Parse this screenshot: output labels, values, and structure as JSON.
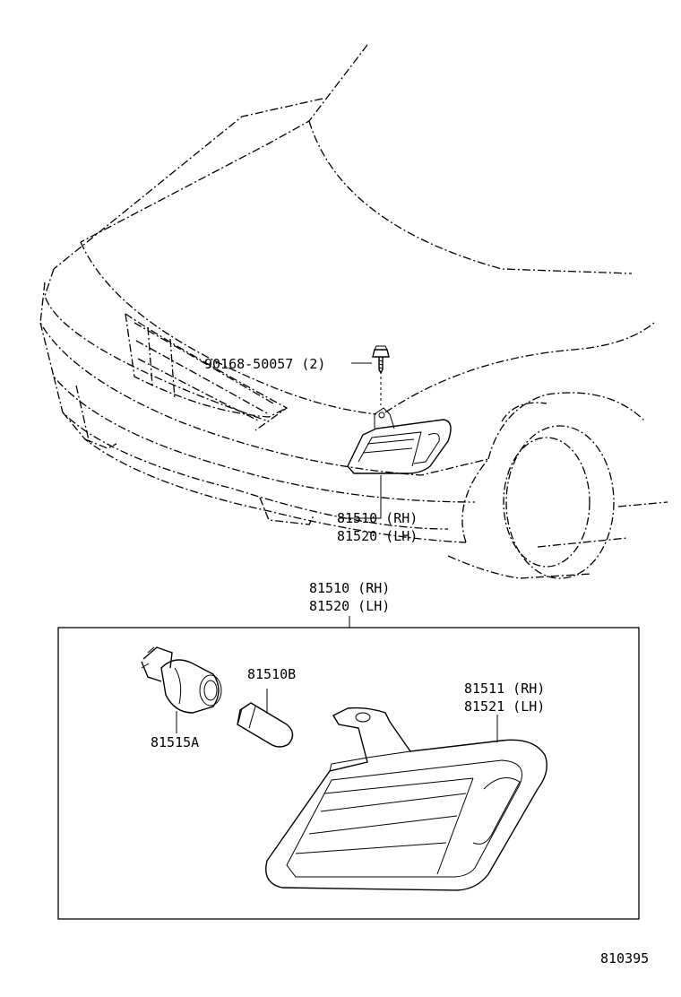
{
  "labels": {
    "screw": "90168-50057 (2)",
    "lamp_assy_rh_top": "81510 (RH)",
    "lamp_assy_lh_top": "81520 (LH)",
    "lamp_assy_rh_box": "81510 (RH)",
    "lamp_assy_lh_box": "81520 (LH)",
    "bulb": "81510B",
    "socket": "81515A",
    "lens_rh": "81511 (RH)",
    "lens_lh": "81521 (LH)",
    "figure_number": "810395"
  }
}
